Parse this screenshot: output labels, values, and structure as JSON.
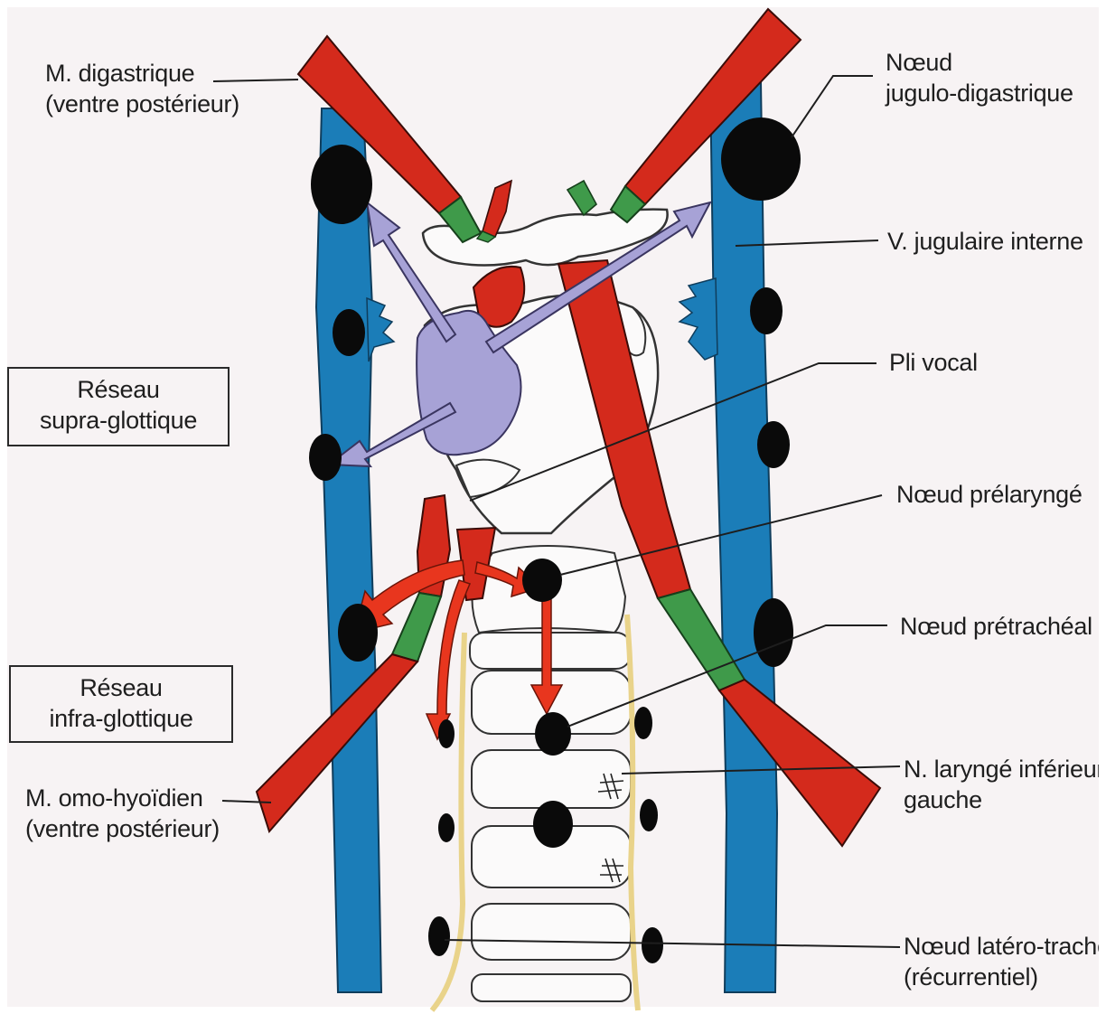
{
  "labels": {
    "digastric": {
      "line1": "M. digastrique",
      "line2": "(ventre postérieur)"
    },
    "jugulo_digastric": {
      "line1": "Nœud",
      "line2": "jugulo-digastrique"
    },
    "internal_jugular": {
      "text": "V. jugulaire interne"
    },
    "vocal_fold": {
      "text": "Pli vocal"
    },
    "supraglottic": {
      "line1": "Réseau",
      "line2": "supra-glottique"
    },
    "prelaryngeal": {
      "text": "Nœud prélaryngé"
    },
    "pretracheal": {
      "text": "Nœud prétrachéal"
    },
    "infraglottic": {
      "line1": "Réseau",
      "line2": "infra-glottique"
    },
    "recurrent_nerve": {
      "line1": "N. laryngé inférieur",
      "line2": "gauche"
    },
    "omohyoid": {
      "line1": "M. omo-hyoïdien",
      "line2": "(ventre postérieur)"
    },
    "laterotracheal": {
      "line1": "Nœud latéro-trachéal",
      "line2": "(récurrentiel)"
    }
  },
  "colors": {
    "vein": "#1b7db8",
    "muscle": "#d42a1c",
    "tendon": "#3f9a4a",
    "node": "#0a0a0a",
    "supraglottic_drainage": "#a7a2d6",
    "infraglottic_drainage": "#e8361e",
    "nerve": "#e9d38a",
    "cartilage": "#fbfafa"
  }
}
